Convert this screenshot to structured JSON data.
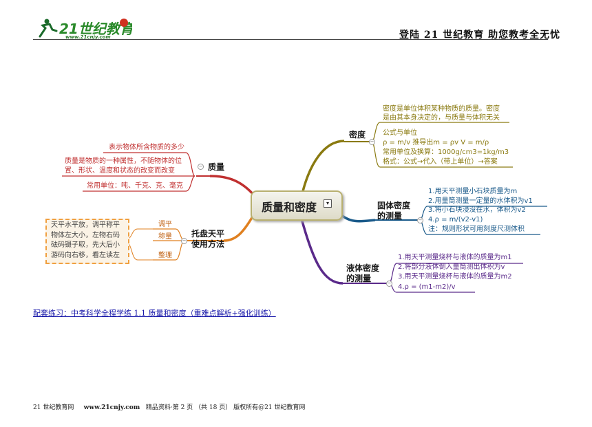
{
  "header": {
    "logo_text": "21世纪教育",
    "logo_url": "www.21cnjy.com",
    "slogan": "登陆 21 世纪教育    助您教考全无忧"
  },
  "mindmap": {
    "center": "质量和密度",
    "center_icon": "collapse-icon",
    "branches": {
      "density": {
        "title": "密度",
        "color": "#8a7a10",
        "def_line1": "密度是单位体积某种物质的质量。密度",
        "def_line2": "是由其本身决定的，与质量与体积无关",
        "formula_title": "公式与单位",
        "formula_line1": "ρ = m/v   推导出m = ρv   V = m/ρ",
        "formula_line2": "常用单位及换算：1000g/cm3=1kg/m3",
        "formula_line3": "格式：公式→代入（带上单位）→答案"
      },
      "solid": {
        "title_line1": "固体密度",
        "title_line2": "的测量",
        "color": "#1a5a8a",
        "lines": [
          "1.用天平测量小石块质量为m",
          "2.用量筒测量一定量的水体积为v1",
          "3.将小石块浸没在水，体积为v2",
          "4.ρ = m/(v2-v1)",
          "注：规则形状可用刻度尺测体积"
        ]
      },
      "liquid": {
        "title_line1": "液体密度",
        "title_line2": "的测量",
        "color": "#5a2a8a",
        "lines": [
          "1.用天平测量烧杯与液体的质量为m1",
          "2.将部分液体倒入量筒测出体积为v",
          "3.用天平测量烧杯与液体的质量为m2",
          "4.ρ = (m1-m2)/v"
        ]
      },
      "mass": {
        "title": "质量",
        "color": "#c03030",
        "line1": "表示物体所含物质的多少",
        "line2a": "质量是物质的一种属性，不随物体的位",
        "line2b": "置、形状、温度和状态的改变而改变",
        "line3": "常用单位：吨、千克、克、毫克"
      },
      "balance": {
        "title_line1": "托盘天平",
        "title_line2": "使用方法",
        "color": "#e08020",
        "items": [
          "调平",
          "称量",
          "整理"
        ],
        "note_lines": [
          "天平水平放，调平称平",
          "物体左大小，左物右码",
          "砝码镊子取，先大后小",
          "游码向右移，看左读左"
        ]
      }
    }
  },
  "link_text": "配套练习：中考科学全程学练 1.1 质量和密度（重难点解析+强化训练）",
  "footer": {
    "site": "21 世纪教育网",
    "url": "www.21cnjy.com",
    "info": "精品资料·第 2 页 （共 18 页） 版权所有@21 世纪教育网"
  }
}
